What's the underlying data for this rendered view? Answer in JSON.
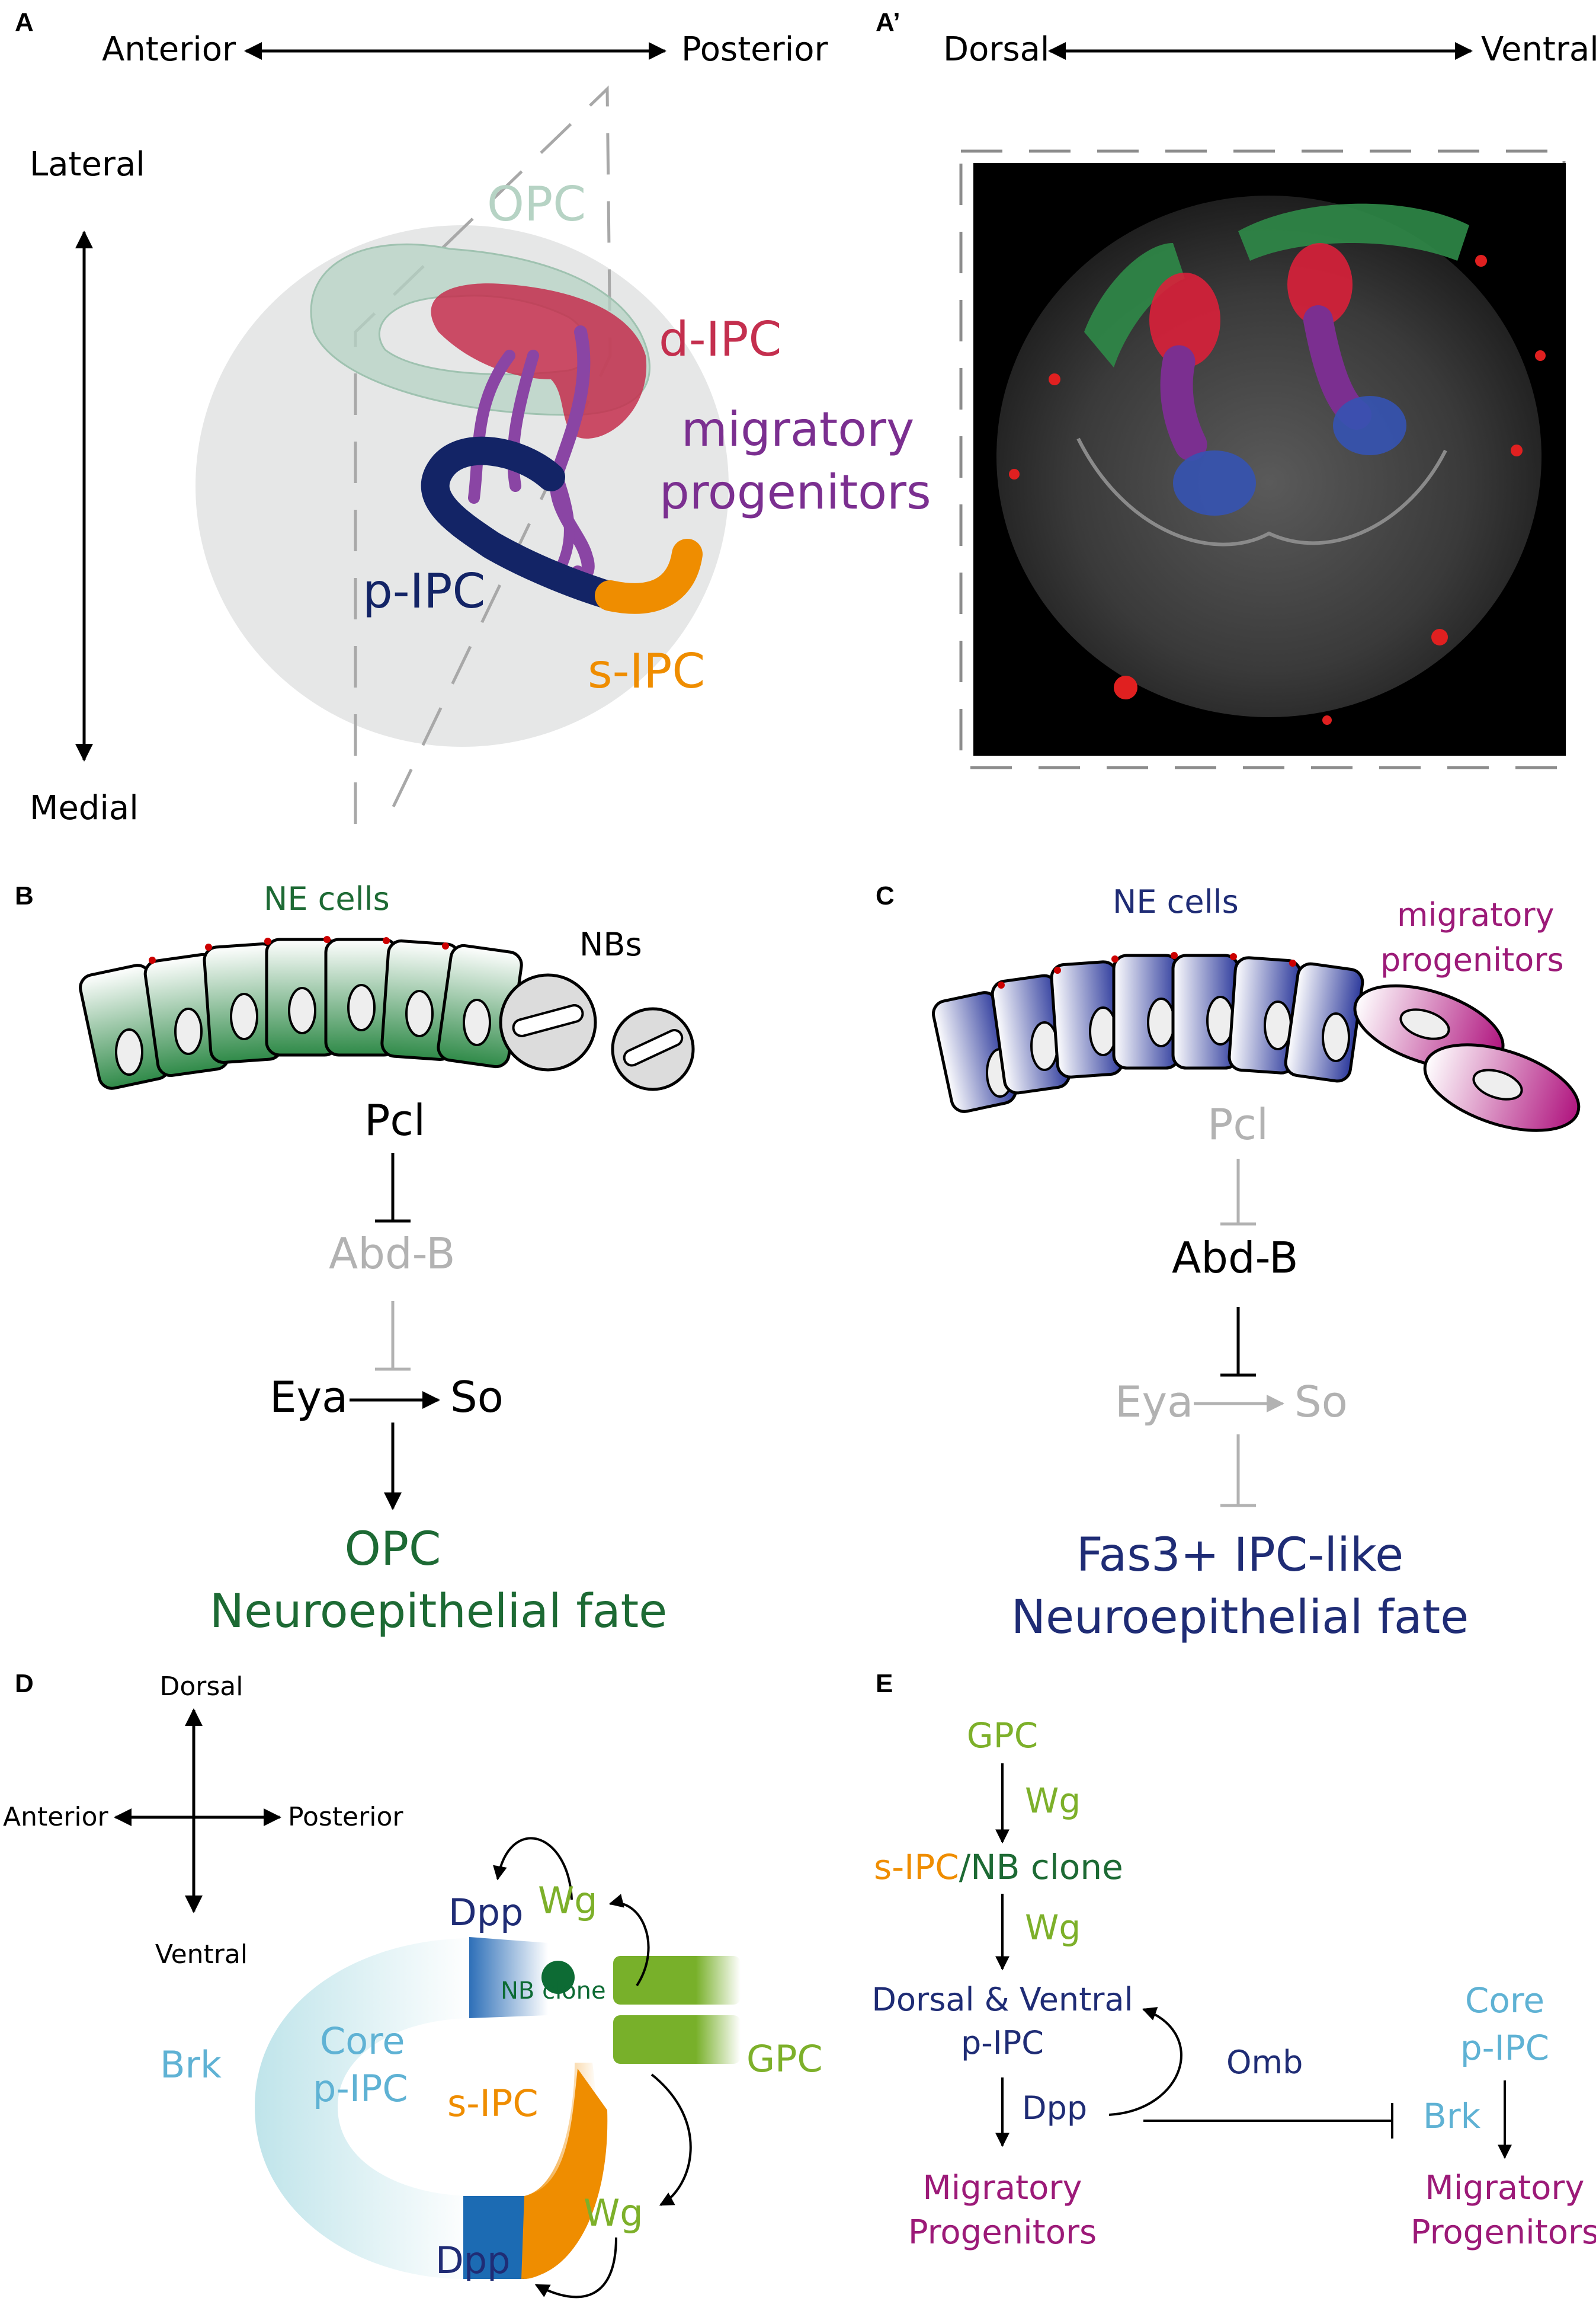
{
  "colors": {
    "opc": "#b6d3c4",
    "dipc": "#c42f4e",
    "migratory": "#7b2f90",
    "pipc": "#132466",
    "sipc": "#ef8d00",
    "ne_green": "#1d6a34",
    "ne_blue": "#1f2c75",
    "magenta": "#9c1a78",
    "grey": "#b2b2b2",
    "light_green": "#7db02a",
    "light_blue": "#5fb2d4",
    "dark_blue": "#1f2c75"
  },
  "panels": {
    "A": "A",
    "A_prime": "A’",
    "B": "B",
    "C": "C",
    "D": "D",
    "E": "E"
  },
  "panelA": {
    "anterior": "Anterior",
    "posterior": "Posterior",
    "lateral": "Lateral",
    "medial": "Medial",
    "opc": "OPC",
    "dipc": "d-IPC",
    "migratory_1": "migratory",
    "migratory_2": "progenitors",
    "pipc": "p-IPC",
    "sipc": "s-IPC"
  },
  "panelAprime": {
    "dorsal": "Dorsal",
    "ventral": "Ventral"
  },
  "panelB": {
    "ne_cells": "NE cells",
    "nbs": "NBs",
    "pcl": "Pcl",
    "abdb": "Abd-B",
    "eya": "Eya",
    "so": "So",
    "fate_1": "OPC",
    "fate_2": "Neuroepithelial fate"
  },
  "panelC": {
    "ne_cells": "NE cells",
    "migratory_1": "migratory",
    "migratory_2": "progenitors",
    "pcl": "Pcl",
    "abdb": "Abd-B",
    "eya": "Eya",
    "so": "So",
    "fate_1": "Fas3+ IPC-like",
    "fate_2": "Neuroepithelial fate"
  },
  "panelD": {
    "dorsal": "Dorsal",
    "ventral": "Ventral",
    "anterior": "Anterior",
    "posterior": "Posterior",
    "dpp_top": "Dpp",
    "wg_top": "Wg",
    "nb_clone": "NB clone",
    "brk": "Brk",
    "core_1": "Core",
    "core_2": "p-IPC",
    "sipc": "s-IPC",
    "gpc": "GPC",
    "wg_bottom": "Wg",
    "dpp_bottom": "Dpp"
  },
  "panelE": {
    "gpc": "GPC",
    "wg_1": "Wg",
    "sipc": "s-IPC",
    "slash": "/",
    "nb_clone": "NB clone",
    "wg_2": "Wg",
    "dv_1": "Dorsal & Ventral",
    "dv_2": "p-IPC",
    "omb": "Omb",
    "dpp": "Dpp",
    "mig_left_1": "Migratory",
    "mig_left_2": "Progenitors",
    "core_1": "Core",
    "core_2": "p-IPC",
    "brk": "Brk",
    "mig_right_1": "Migratory",
    "mig_right_2": "Progenitors"
  }
}
